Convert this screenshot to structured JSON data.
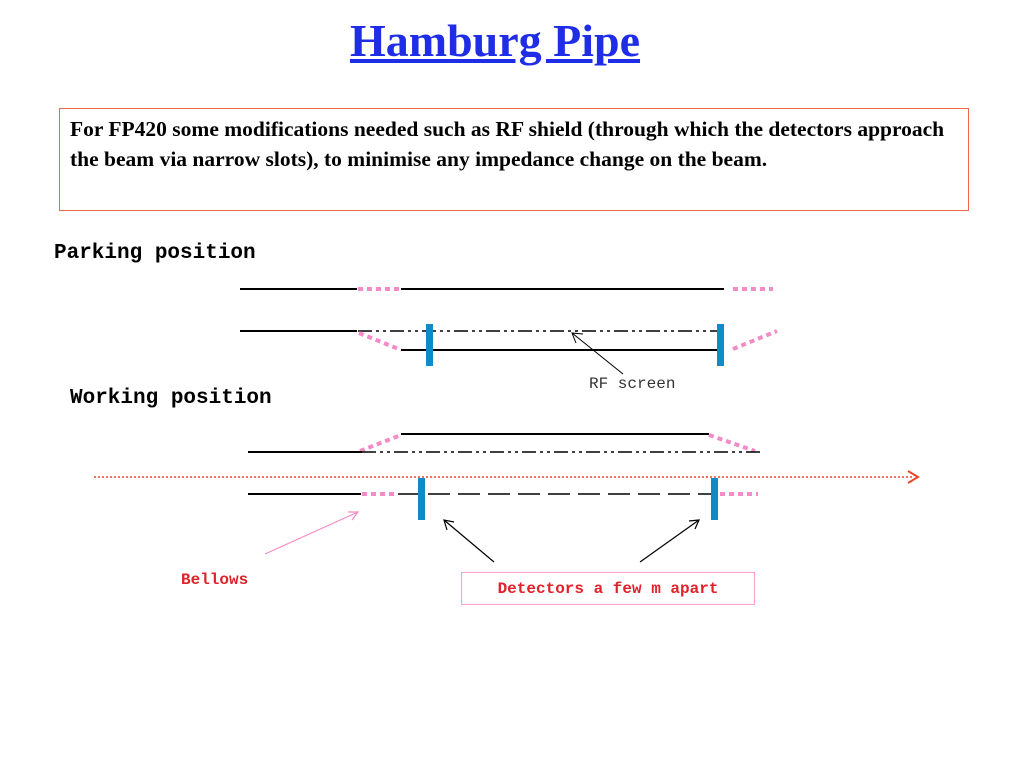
{
  "title": "Hamburg Pipe",
  "info_text": "For FP420 some modifications needed such as RF shield (through which the detectors approach the beam via narrow slots), to minimise any impedance change on the beam.",
  "labels": {
    "parking": "Parking position",
    "working": "Working position",
    "rf_screen": "RF screen",
    "bellows": "Bellows",
    "detectors": "Detectors a few m apart"
  },
  "colors": {
    "title": "#1f2ee6",
    "box_border": "#ee6a45",
    "bellows_pink": "#f48bc6",
    "detector_blue": "#0f8bc8",
    "beam_red": "#e8462a",
    "label_red": "#e0222a"
  }
}
